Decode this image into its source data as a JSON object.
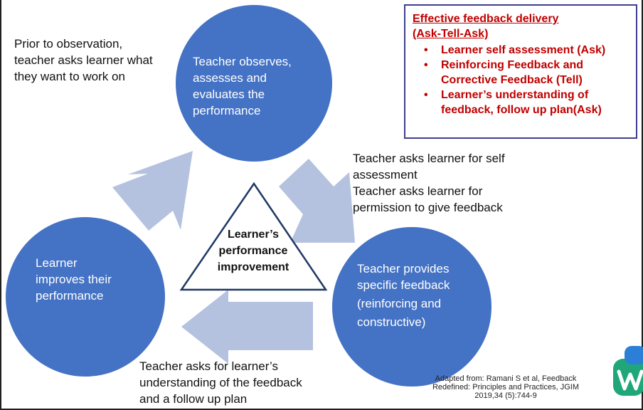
{
  "circles": {
    "top": "Teacher observes, assesses and evaluates the performance",
    "left": "Learner improves their performance",
    "right": [
      "Teacher provides",
      "specific feedback",
      "(reinforcing and",
      "constructive)"
    ]
  },
  "center": [
    "Learner’s",
    "performance",
    "improvement"
  ],
  "notes": {
    "top_left": [
      "Prior to observation,",
      "teacher asks learner what",
      "they want to work on"
    ],
    "right": [
      "Teacher asks learner for self",
      "assessment",
      "Teacher asks learner for",
      "permission to give feedback"
    ],
    "bottom": [
      "Teacher asks for learner’s",
      "understanding of the feedback",
      "and a follow up plan"
    ]
  },
  "callout": {
    "title": [
      "Effective feedback delivery",
      "(Ask-Tell-Ask)"
    ],
    "items": [
      {
        "bullet": "•",
        "lines": [
          "Learner self assessment (Ask)"
        ]
      },
      {
        "bullet": "•",
        "lines": [
          "Reinforcing Feedback and",
          "Corrective Feedback (Tell)"
        ]
      },
      {
        "bullet": "•",
        "lines": [
          "Learner’s understanding of",
          "feedback, follow up plan(Ask)"
        ]
      }
    ]
  },
  "citation": "Adapted from: Ramani S et al, Feedback Redefined: Principles and Practices, JGIM 2019,34 (5):744-9",
  "colors": {
    "circle": "#4472c4",
    "arrow": "#b4c2e0",
    "triangle_stroke": "#1f3864",
    "callout_text": "#c00000",
    "callout_border": "#3f3f8f",
    "logo_green": "#1fa77a",
    "logo_blue": "#2b7fd6"
  }
}
